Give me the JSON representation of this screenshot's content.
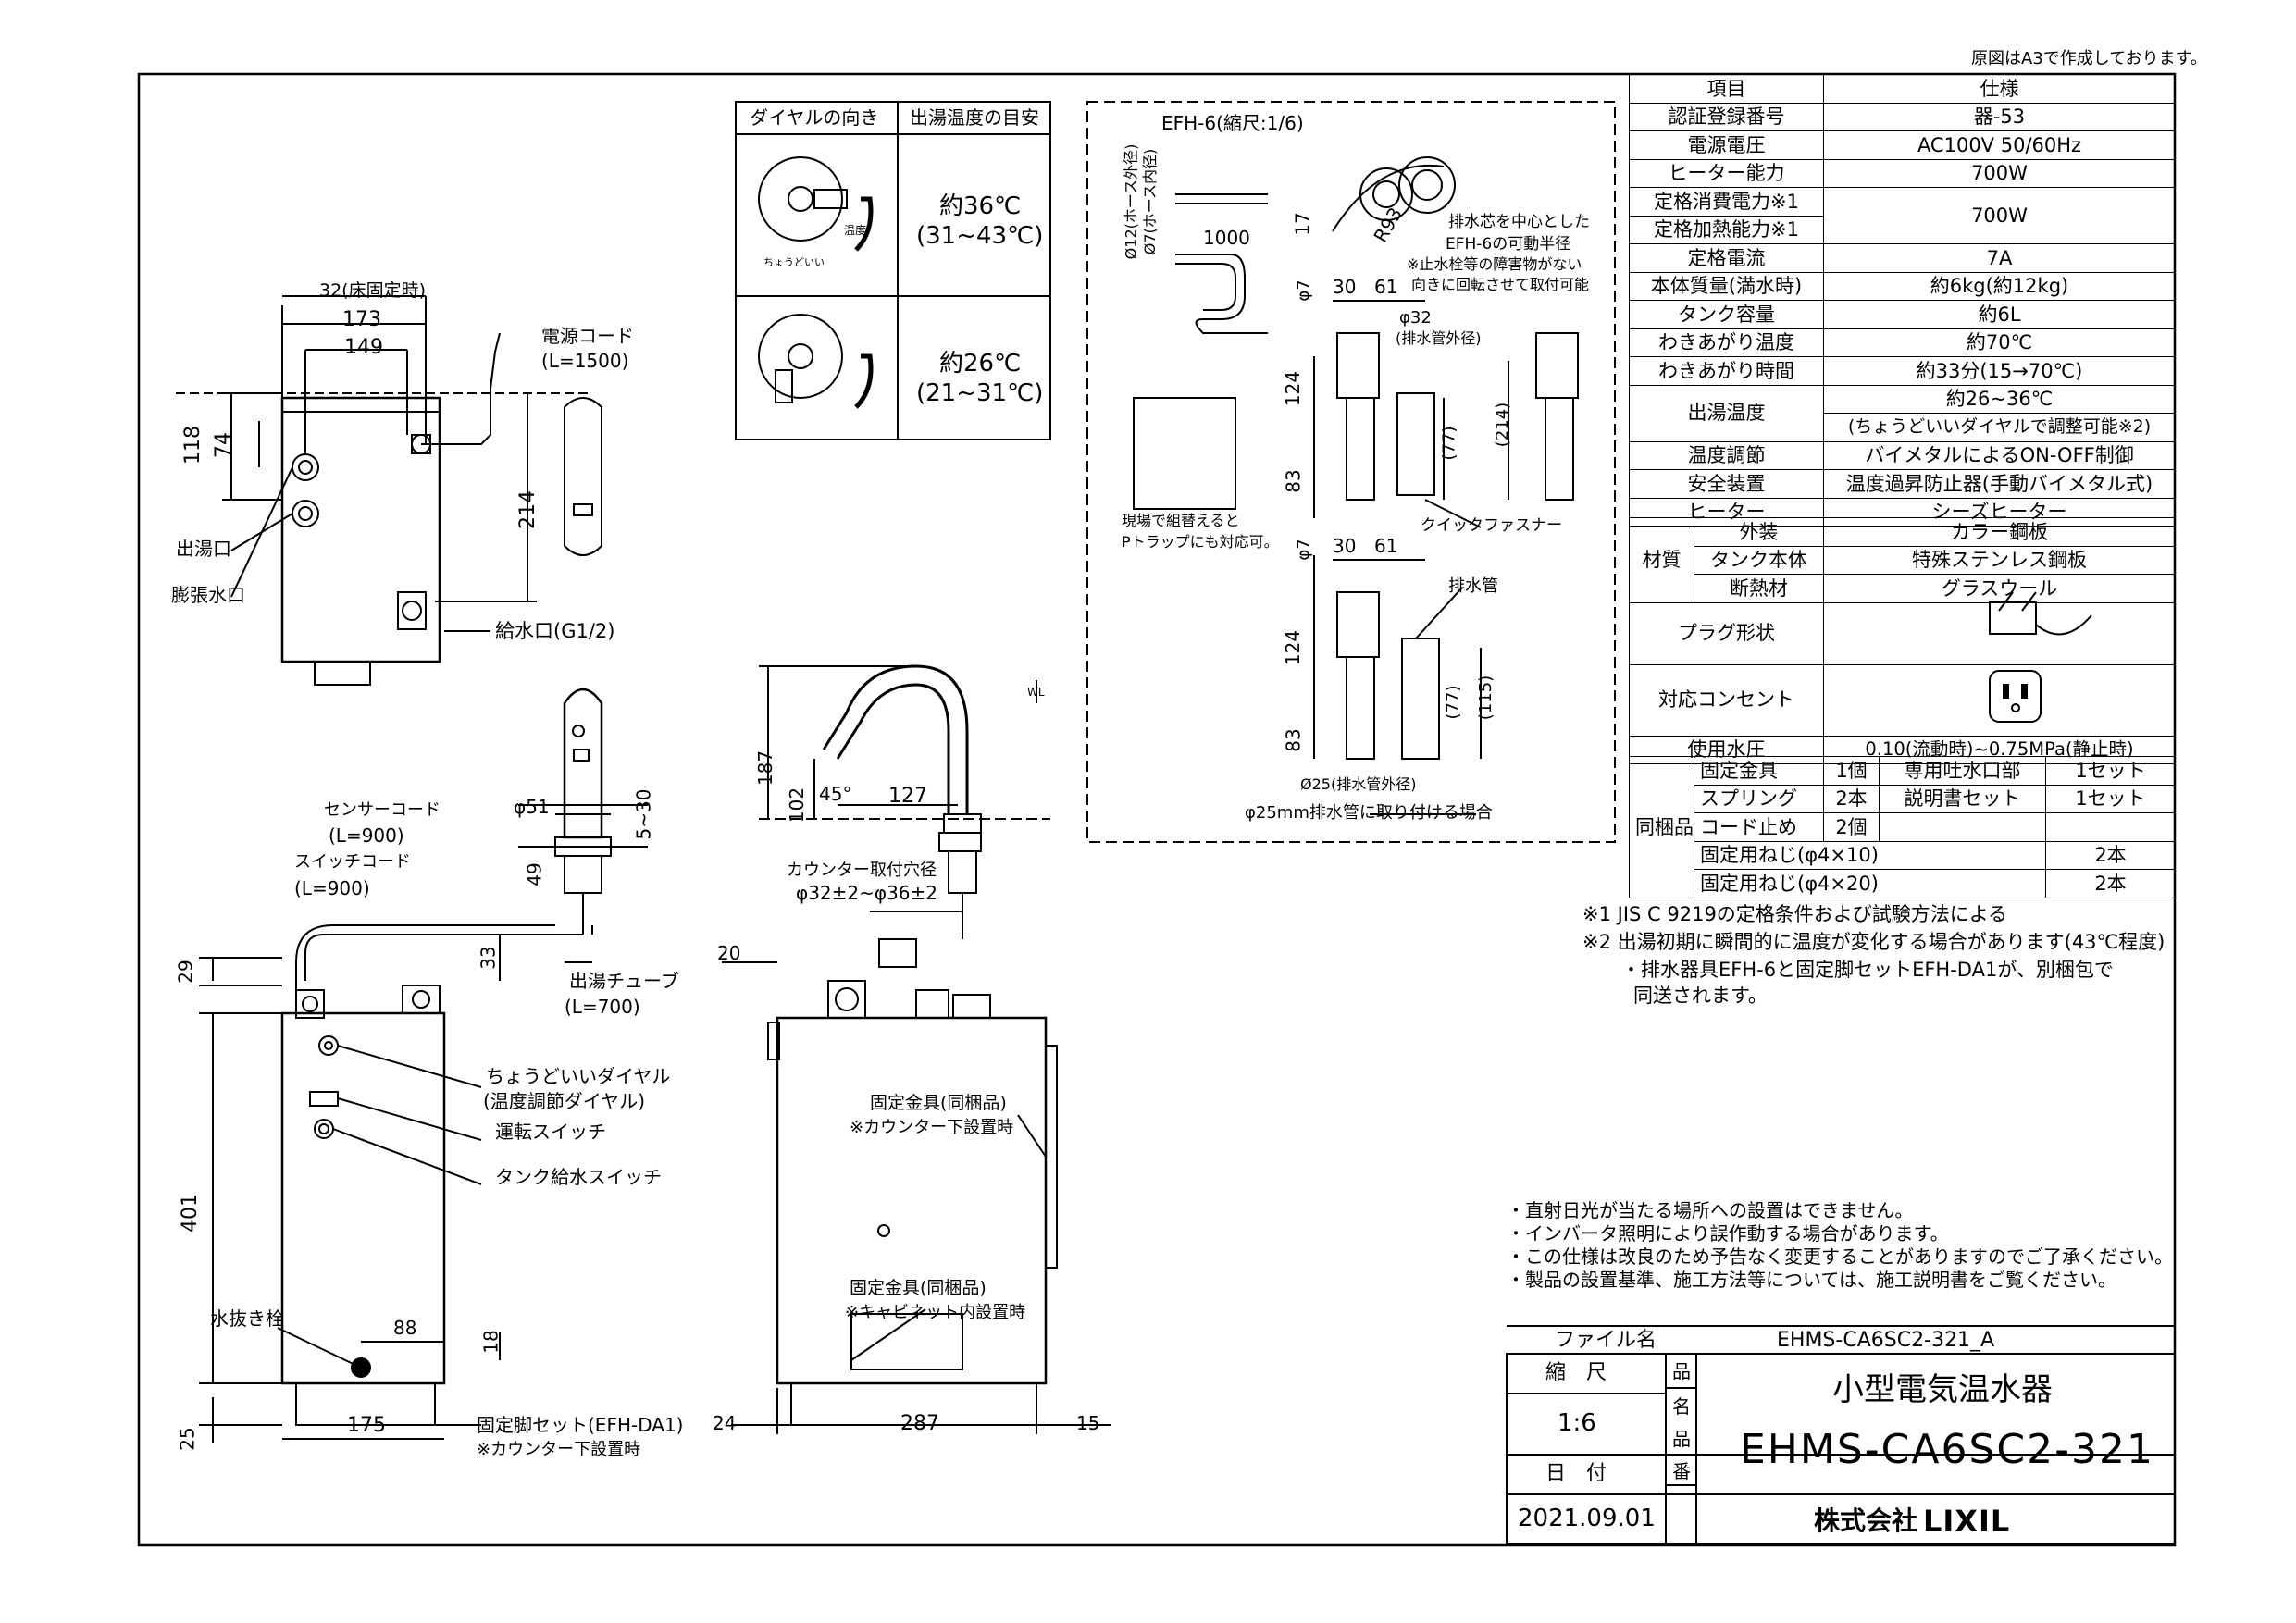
{
  "header_note": "原図はA3で作成しております。",
  "dial_table": {
    "col1": "ダイヤルの向き",
    "col2": "出湯温度の目安",
    "row1_temp": "約36℃",
    "row1_range": "(31~43℃)",
    "row2_temp": "約26℃",
    "row2_range": "(21~31℃)",
    "dial_label": "温度",
    "dial_scale": "ちょうどいい"
  },
  "front_view": {
    "dim_32": "32(床固定時)",
    "dim_173": "173",
    "dim_149": "149",
    "dim_118": "118",
    "dim_74": "74",
    "dim_214": "214",
    "power_cord": "電源コード",
    "power_cord_len": "(L=1500)",
    "outlet": "出湯口",
    "expansion": "膨張水口",
    "inlet": "給水口(G1/2)"
  },
  "side_view": {
    "dim_51": "φ51",
    "dim_5_30": "5~30",
    "dim_49": "49",
    "dim_29": "29",
    "dim_33": "33",
    "dim_401": "401",
    "dim_88": "88",
    "dim_18": "18",
    "dim_175": "175",
    "dim_25": "25",
    "sensor_cord": "センサーコード",
    "sensor_len": "(L=900)",
    "switch_cord": "スイッチコード",
    "switch_len": "(L=900)",
    "outlet_tube": "出湯チューブ",
    "outlet_tube_len": "(L=700)",
    "dial": "ちょうどいいダイヤル",
    "dial_sub": "(温度調節ダイヤル)",
    "run_switch": "運転スイッチ",
    "tank_switch": "タンク給水スイッチ",
    "drain_plug": "水抜き栓",
    "fixing_legs": "固定脚セット(EFH-DA1)",
    "fixing_legs_note": "※カウンター下設置時"
  },
  "counter_view": {
    "dim_187": "187",
    "dim_102": "102",
    "dim_45": "45°",
    "dim_127": "127",
    "wl": "WL",
    "hole": "カウンター取付穴径",
    "hole_dim": "φ32±2~φ36±2",
    "dim_20": "20",
    "dim_24": "24",
    "dim_287": "287",
    "dim_15": "15",
    "bracket1": "固定金具(同梱品)",
    "bracket1_note": "※カウンター下設置時",
    "bracket2": "固定金具(同梱品)",
    "bracket2_note": "※キャビネット内設置時"
  },
  "drain_box": {
    "title": "EFH-6(縮尺:1/6)",
    "hose_od": "Ø12(ホース外径)",
    "hose_id": "Ø7(ホース内径)",
    "dim_17": "17",
    "dim_1000": "1000",
    "r93": "R93",
    "note1": "排水芯を中心とした",
    "note2": "EFH-6の可動半径",
    "note3": "※止水栓等の障害物がない",
    "note4": "向きに回転させて取付可能",
    "dim_7a": "φ7",
    "dim_30a": "30",
    "dim_61a": "61",
    "dim_32a": "φ32",
    "drain_od": "(排水管外径)",
    "dim_124a": "124",
    "dim_77a": "(77)",
    "dim_214a": "(214)",
    "dim_83a": "83",
    "quick": "クイックファスナー",
    "ptrap1": "現場で組替えると",
    "ptrap2": "Pトラップにも対応可。",
    "dim_7b": "φ7",
    "dim_30b": "30",
    "dim_61b": "61",
    "drain_pipe": "排水管",
    "dim_124b": "124",
    "dim_77b": "(77)",
    "dim_115b": "(115)",
    "dim_83b": "83",
    "dim_25b": "Ø25(排水管外径)",
    "caption": "φ25mm排水管に取り付ける場合"
  },
  "spec_table": {
    "rows": [
      [
        "項目",
        "仕様"
      ],
      [
        "認証登録番号",
        "器-53"
      ],
      [
        "電源電圧",
        "AC100V 50/60Hz"
      ],
      [
        "ヒーター能力",
        "700W"
      ],
      [
        "定格消費電力※1",
        "700W"
      ],
      [
        "定格加熱能力※1",
        ""
      ],
      [
        "定格電流",
        "7A"
      ],
      [
        "本体質量(満水時)",
        "約6kg(約12kg)"
      ],
      [
        "タンク容量",
        "約6L"
      ],
      [
        "わきあがり温度",
        "約70℃"
      ],
      [
        "わきあがり時間",
        "約33分(15→70℃)"
      ],
      [
        "出湯温度",
        "約26~36℃"
      ],
      [
        "",
        "(ちょうどいいダイヤルで調整可能※2)"
      ],
      [
        "温度調節",
        "バイメタルによるON-OFF制御"
      ],
      [
        "安全装置",
        "温度過昇防止器(手動バイメタル式)"
      ],
      [
        "ヒーター",
        "シーズヒーター"
      ]
    ],
    "material": "材質",
    "mat_rows": [
      [
        "外装",
        "カラー鋼板"
      ],
      [
        "タンク本体",
        "特殊ステンレス鋼板"
      ],
      [
        "断熱材",
        "グラスウール"
      ]
    ],
    "plug": "プラグ形状",
    "outlet": "対応コンセント",
    "pressure_label": "使用水圧",
    "pressure": "0.10(流動時)~0.75MPa(静止時)",
    "bundle": "同梱品",
    "bundle_rows": [
      [
        "固定金具",
        "1個",
        "専用吐水口部",
        "1セット"
      ],
      [
        "スプリング",
        "2本",
        "説明書セット",
        "1セット"
      ],
      [
        "コード止め",
        "2個",
        "",
        ""
      ]
    ],
    "screw1": "固定用ねじ(φ4×10)",
    "screw1_qty": "2本",
    "screw2": "固定用ねじ(φ4×20)",
    "screw2_qty": "2本"
  },
  "footnotes": [
    "※1  JIS C 9219の定格条件および試験方法による",
    "※2  出湯初期に瞬間的に温度が変化する場合があります(43℃程度)",
    "・排水器具EFH-6と固定脚セットEFH-DA1が、別梱包で",
    "同送されます。"
  ],
  "notes": [
    "・直射日光が当たる場所への設置はできません。",
    "・インバータ照明により誤作動する場合があります。",
    "・この仕様は改良のため予告なく変更することがありますのでご了承ください。",
    "・製品の設置基準、施工方法等については、施工説明書をご覧ください。"
  ],
  "title_block": {
    "file_label": "ファイル名",
    "file": "EHMS-CA6SC2-321_A",
    "scale_label": "縮　尺",
    "scale": "1:6",
    "date_label": "日　付",
    "date": "2021.09.01",
    "name_label1": "品",
    "name_label2": "名",
    "name": "小型電気温水器",
    "num_label1": "品",
    "num_label2": "番",
    "number": "EHMS-CA6SC2-321",
    "company": "株式会社",
    "brand": "LIXIL"
  }
}
